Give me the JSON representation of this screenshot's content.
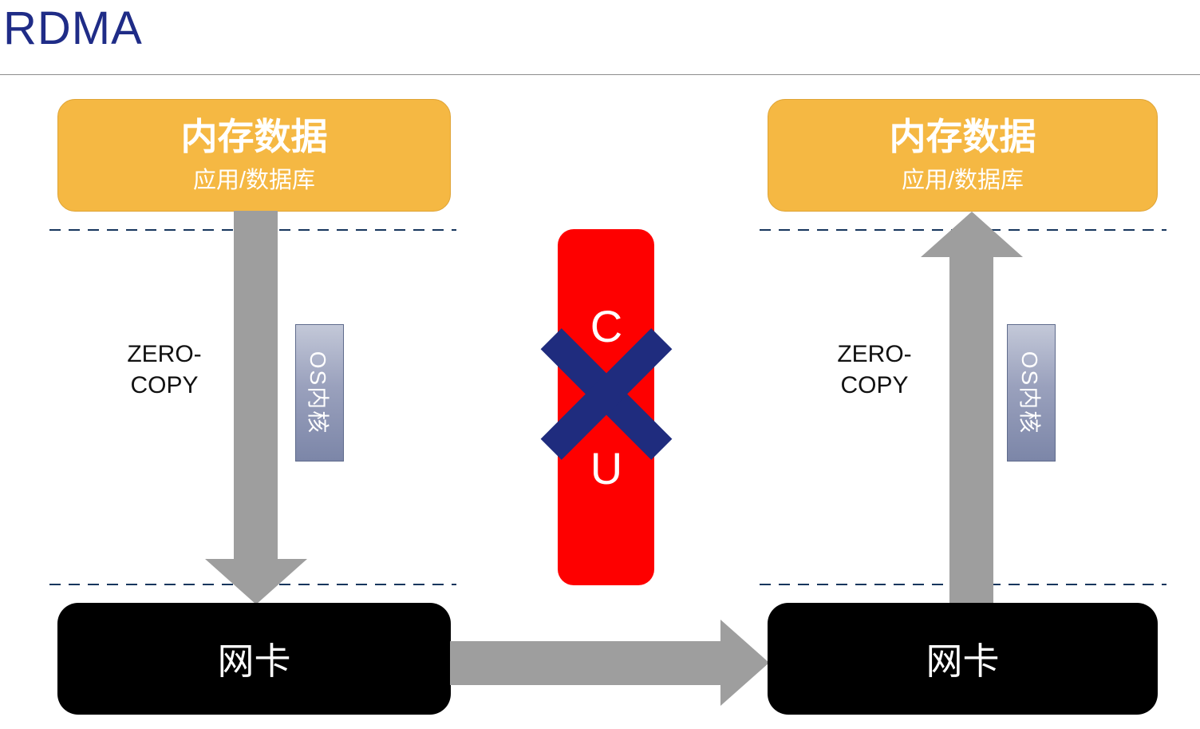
{
  "title": "RDMA",
  "left_host": {
    "memory": {
      "title": "内存数据",
      "subtitle": "应用/数据库"
    },
    "zero_copy_label": "ZERO-COPY",
    "os_kernel_label": "OS内核",
    "nic_label": "网卡"
  },
  "right_host": {
    "memory": {
      "title": "内存数据",
      "subtitle": "应用/数据库"
    },
    "zero_copy_label": "ZERO-COPY",
    "os_kernel_label": "OS内核",
    "nic_label": "网卡"
  },
  "cpu": {
    "label": "CPU",
    "status": "bypassed"
  },
  "colors": {
    "title_text": "#1F2C87",
    "memory_box": "#F5B843",
    "nic_box": "#000000",
    "cpu_box": "#FE0000",
    "arrow": "#9E9E9E",
    "cross_mark": "#1F2C7E",
    "os_kernel_box": "#9AA1BD",
    "dashed_line": "#17365D"
  }
}
